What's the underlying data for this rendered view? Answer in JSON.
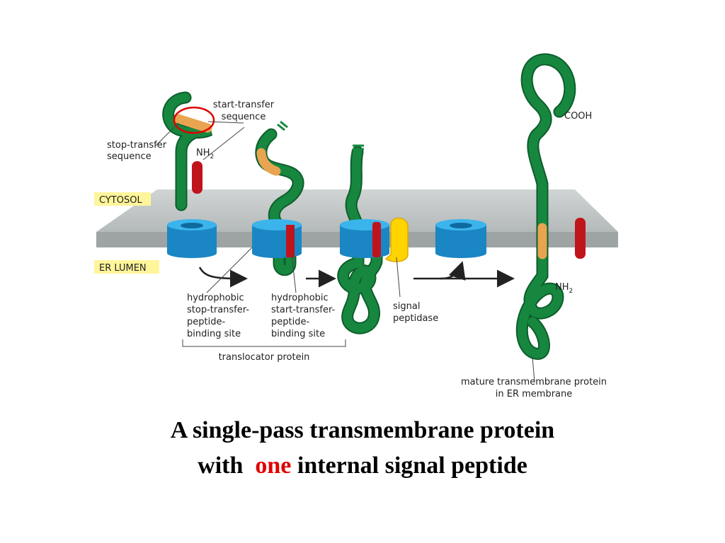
{
  "labels": {
    "start_transfer": [
      "start-transfer",
      "sequence"
    ],
    "stop_transfer": [
      "stop-transfer",
      "sequence"
    ],
    "nh2": "NH",
    "sub2": "2",
    "cooh": "COOH",
    "cytosol": "CYTOSOL",
    "er_lumen": "ER LUMEN",
    "stop_site": [
      "hydrophobic",
      "stop-transfer-",
      "peptide-",
      "binding site"
    ],
    "start_site": [
      "hydrophobic",
      "start-transfer-",
      "peptide-",
      "binding site"
    ],
    "signal_peptidase": [
      "signal",
      "peptidase"
    ],
    "translocator": "translocator protein",
    "mature": [
      "mature transmembrane protein",
      "in ER membrane"
    ]
  },
  "caption": {
    "line1": "A single-pass transmembrane protein",
    "line2_pre": "with",
    "line2_highlight": "one",
    "line2_post": "internal signal peptide"
  },
  "colors": {
    "chain": "#17873f",
    "chain_edge": "#0d5e2b",
    "hydrophobic_segment": "#e8a450",
    "signal_segment": "#c0141c",
    "translocator": "#22a0dd",
    "membrane": "#b9bebe",
    "signal_peptidase": "#ffd400",
    "tag_bg": "#fff59a",
    "highlight": "#e00000"
  }
}
